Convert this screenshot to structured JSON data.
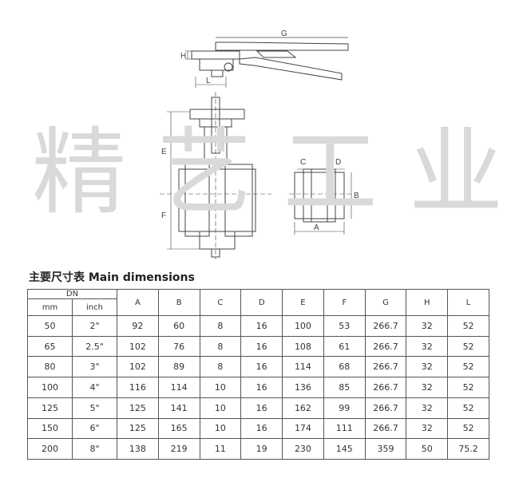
{
  "drawing": {
    "dim_labels": {
      "G": "G",
      "H": "H",
      "L": "L",
      "E": "E",
      "F": "F",
      "A": "A",
      "B": "B",
      "C": "C",
      "D": "D"
    }
  },
  "watermark": {
    "chars": [
      "精",
      "艺",
      "工",
      "业"
    ]
  },
  "heading": "主要尺寸表 Main dimensions",
  "table": {
    "dn_header": "DN",
    "sub_headers": [
      "mm",
      "inch"
    ],
    "columns": [
      "A",
      "B",
      "C",
      "D",
      "E",
      "F",
      "G",
      "H",
      "L"
    ],
    "rows": [
      [
        "50",
        "2\"",
        "92",
        "60",
        "8",
        "16",
        "100",
        "53",
        "266.7",
        "32",
        "52"
      ],
      [
        "65",
        "2.5\"",
        "102",
        "76",
        "8",
        "16",
        "108",
        "61",
        "266.7",
        "32",
        "52"
      ],
      [
        "80",
        "3\"",
        "102",
        "89",
        "8",
        "16",
        "114",
        "68",
        "266.7",
        "32",
        "52"
      ],
      [
        "100",
        "4\"",
        "116",
        "114",
        "10",
        "16",
        "136",
        "85",
        "266.7",
        "32",
        "52"
      ],
      [
        "125",
        "5\"",
        "125",
        "141",
        "10",
        "16",
        "162",
        "99",
        "266.7",
        "32",
        "52"
      ],
      [
        "150",
        "6\"",
        "125",
        "165",
        "10",
        "16",
        "174",
        "111",
        "266.7",
        "32",
        "52"
      ],
      [
        "200",
        "8\"",
        "138",
        "219",
        "11",
        "19",
        "230",
        "145",
        "359",
        "50",
        "75.2"
      ]
    ]
  }
}
